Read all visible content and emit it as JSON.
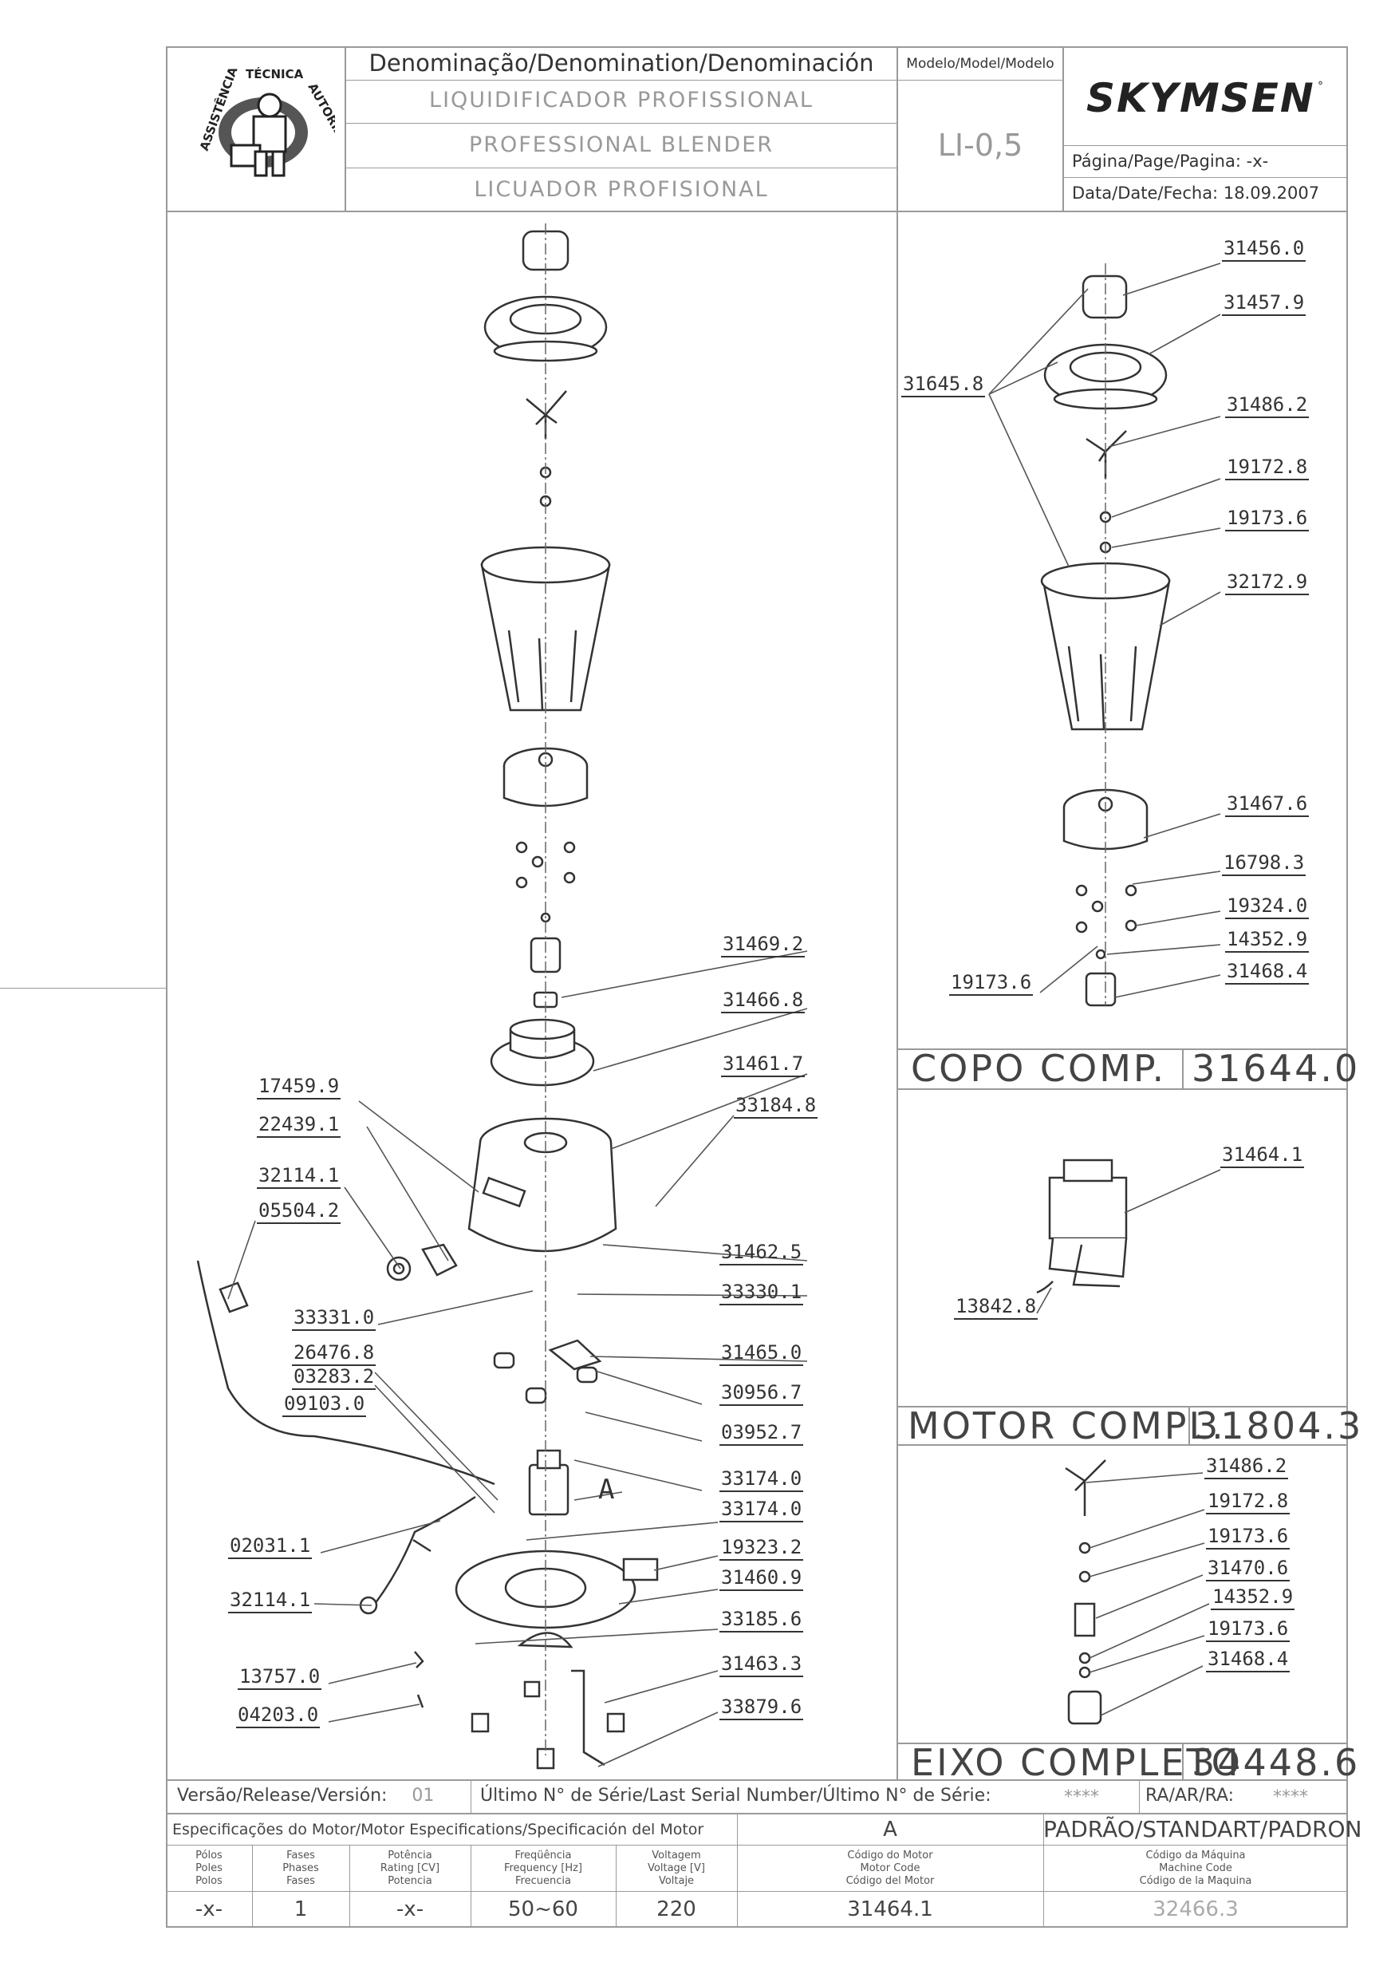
{
  "header": {
    "denomination_label": "Denominação/Denomination/Denominación",
    "names": [
      "LIQUIDIFICADOR PROFISSIONAL",
      "PROFESSIONAL BLENDER",
      "LICUADOR PROFISIONAL"
    ],
    "model_label": "Modelo/Model/Modelo",
    "model_value": "LI-0,5",
    "brand": "SKYMSEN",
    "page_label": "Página/Page/Pagina:",
    "page_value": "-x-",
    "date_label": "Data/Date/Fecha:",
    "date_value": "18.09.2007",
    "seal_text": "ASSISTÊNCIA TÉCNICA AUTORIZADA"
  },
  "left_parts": [
    {
      "code": "31469.2"
    },
    {
      "code": "31466.8"
    },
    {
      "code": "31461.7"
    },
    {
      "code": "33184.8"
    },
    {
      "code": "17459.9"
    },
    {
      "code": "22439.1"
    },
    {
      "code": "32114.1"
    },
    {
      "code": "05504.2"
    },
    {
      "code": "31462.5"
    },
    {
      "code": "33330.1"
    },
    {
      "code": "33331.0"
    },
    {
      "code": "31465.0"
    },
    {
      "code": "26476.8"
    },
    {
      "code": "03283.2"
    },
    {
      "code": "09103.0"
    },
    {
      "code": "30956.7"
    },
    {
      "code": "03952.7"
    },
    {
      "code": "33174.0"
    },
    {
      "code": "33174.0"
    },
    {
      "code": "02031.1"
    },
    {
      "code": "19323.2"
    },
    {
      "code": "31460.9"
    },
    {
      "code": "32114.1"
    },
    {
      "code": "33185.6"
    },
    {
      "code": "13757.0"
    },
    {
      "code": "31463.3"
    },
    {
      "code": "04203.0"
    },
    {
      "code": "33879.6"
    },
    {
      "code": "A"
    }
  ],
  "copo_parts": [
    {
      "code": "31456.0"
    },
    {
      "code": "31457.9"
    },
    {
      "code": "31645.8"
    },
    {
      "code": "31486.2"
    },
    {
      "code": "19172.8"
    },
    {
      "code": "19173.6"
    },
    {
      "code": "32172.9"
    },
    {
      "code": "31467.6"
    },
    {
      "code": "16798.3"
    },
    {
      "code": "19324.0"
    },
    {
      "code": "14352.9"
    },
    {
      "code": "19173.6"
    },
    {
      "code": "31468.4"
    }
  ],
  "copo_title": "COPO COMP.",
  "copo_code": "31644.0",
  "motor_parts": [
    {
      "code": "31464.1"
    },
    {
      "code": "13842.8"
    }
  ],
  "motor_title": "MOTOR COMPL.",
  "motor_code": "31804.3",
  "eixo_parts": [
    {
      "code": "31486.2"
    },
    {
      "code": "19172.8"
    },
    {
      "code": "19173.6"
    },
    {
      "code": "31470.6"
    },
    {
      "code": "14352.9"
    },
    {
      "code": "19173.6"
    },
    {
      "code": "31468.4"
    }
  ],
  "eixo_title": "EIXO COMPLETO",
  "eixo_code": "34448.6",
  "footer": {
    "version_label": "Versão/Release/Versión:",
    "version_value": "01",
    "serial_label": "Último N° de Série/Last Serial Number/Último N° de Série:",
    "serial_value": "****",
    "ra_label": "RA/AR/RA:",
    "ra_value": "****",
    "motor_spec_label": "Especificações do Motor/Motor Especifications/Specificación del Motor",
    "motor_spec_value": "A",
    "standard_label": "PADRÃO/STANDART/PADRON",
    "cols": [
      {
        "label": [
          "Pólos",
          "Poles",
          "Polos"
        ],
        "value": "-x-"
      },
      {
        "label": [
          "Fases",
          "Phases",
          "Fases"
        ],
        "value": "1"
      },
      {
        "label": [
          "Potência",
          "Rating [CV]",
          "Potencia"
        ],
        "value": "-x-"
      },
      {
        "label": [
          "Freqüência",
          "Frequency [Hz]",
          "Frecuencia"
        ],
        "value": "50~60"
      },
      {
        "label": [
          "Voltagem",
          "Voltage [V]",
          "Voltaje"
        ],
        "value": "220"
      },
      {
        "label": [
          "Código do Motor",
          "Motor Code",
          "Código del Motor"
        ],
        "value": "31464.1"
      },
      {
        "label": [
          "Código da Máquina",
          "Machine Code",
          "Código de la Maquina"
        ],
        "value": "32466.3"
      }
    ]
  }
}
